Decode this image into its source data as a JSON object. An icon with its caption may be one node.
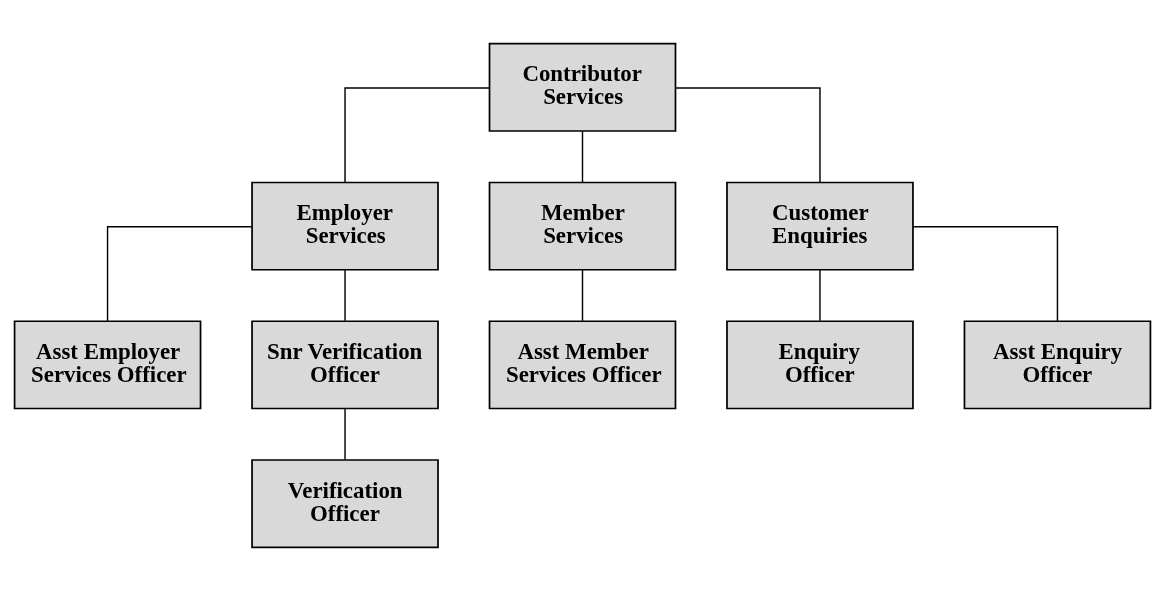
{
  "diagram": {
    "nodes": [
      {
        "text": [
          "Contributor Services"
        ]
      },
      {
        "text": [
          "Employer Services"
        ]
      },
      {
        "text": [
          "Member Services"
        ]
      },
      {
        "text": [
          "Customer Enquiries"
        ]
      },
      {
        "text": [
          "Asst Employer Services Officer"
        ]
      },
      {
        "text": [
          "Snr Verification Officer"
        ]
      },
      {
        "text": [
          "Asst Member Services Officer"
        ]
      },
      {
        "text": [
          "Enquiry Officer"
        ]
      },
      {
        "text": [
          "Asst Enquiry Officer"
        ]
      },
      {
        "text": [
          "Verification Officer"
        ]
      }
    ],
    "edges": [
      {
        "from": 0,
        "to": 1,
        "arrow": "none"
      },
      {
        "from": 0,
        "to": 2,
        "arrow": "none"
      },
      {
        "from": 0,
        "to": 3,
        "arrow": "none"
      },
      {
        "from": 1,
        "to": 4,
        "arrow": "none"
      },
      {
        "from": 1,
        "to": 5,
        "arrow": "none"
      },
      {
        "from": 2,
        "to": 6,
        "arrow": "none"
      },
      {
        "from": 3,
        "to": 7,
        "arrow": "none"
      },
      {
        "from": 3,
        "to": 8,
        "arrow": "none"
      },
      {
        "from": 5,
        "to": 9,
        "arrow": "none"
      }
    ]
  }
}
